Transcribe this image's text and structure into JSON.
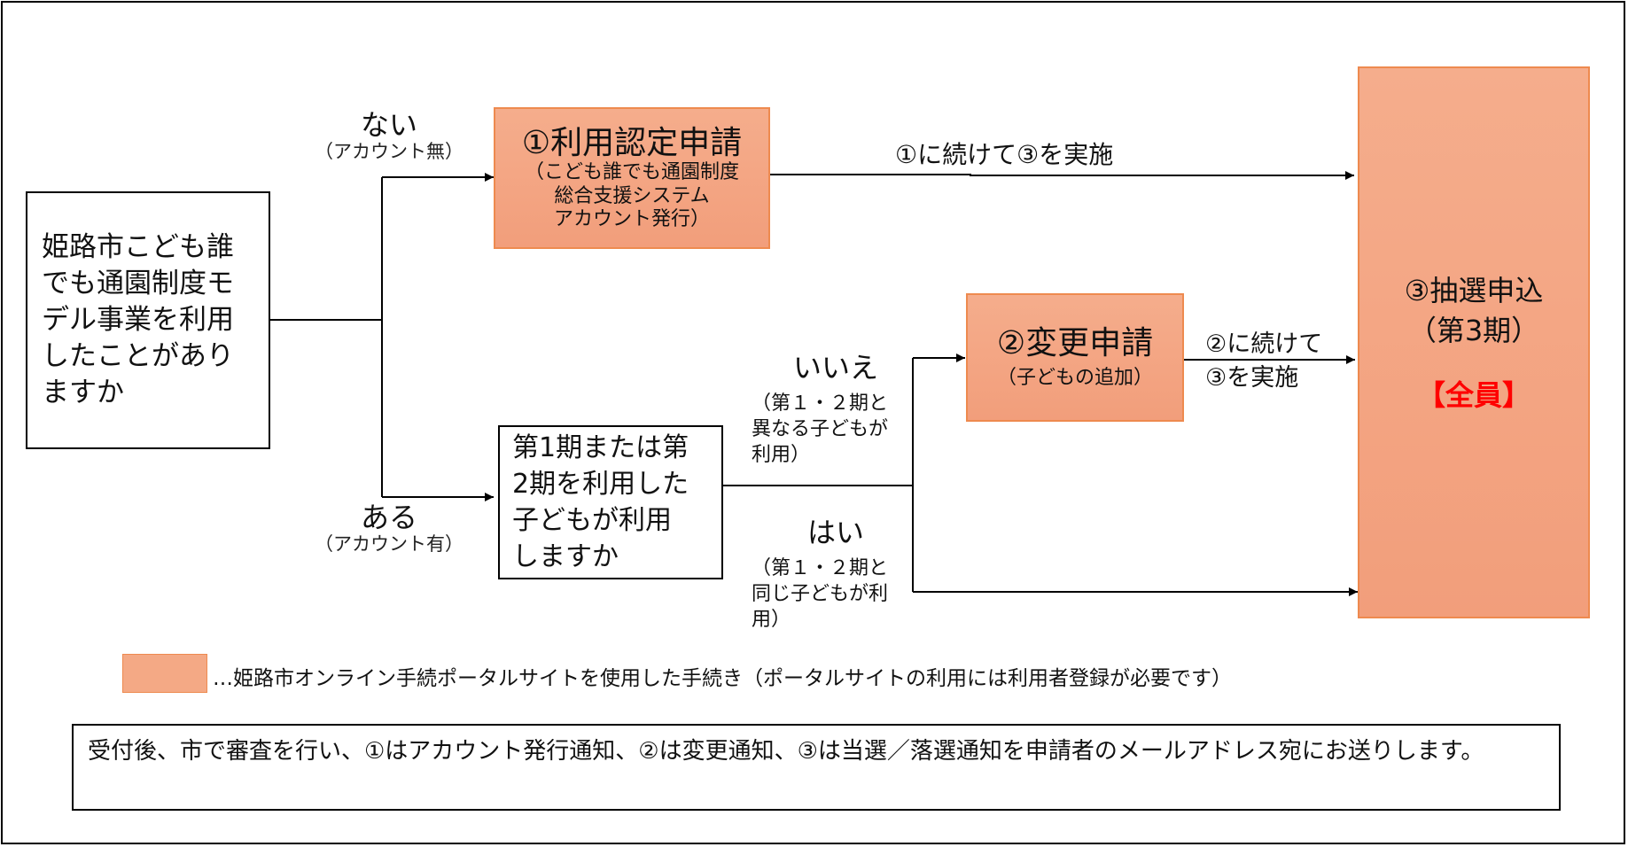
{
  "start_question": {
    "lines": [
      "姫路市こども誰",
      "でも通園制度モ",
      "デル事業を利用",
      "したことがあり",
      "ますか"
    ]
  },
  "branch_no": {
    "label": "ない",
    "sub": "（アカウント無）"
  },
  "branch_yes": {
    "label": "ある",
    "sub": "（アカウント有）"
  },
  "step1": {
    "title": "①利用認定申請",
    "lines": [
      "（こども誰でも通園制度",
      "総合支援システム",
      "アカウント発行）"
    ]
  },
  "edge1_label": "①に続けて③を実施",
  "second_question": {
    "lines": [
      "第1期または第",
      "2期を利用した",
      "子どもが利用",
      "しますか"
    ]
  },
  "branch_iie": {
    "label": "いいえ",
    "lines": [
      "（第１・２期と",
      "異なる子どもが",
      "利用）"
    ]
  },
  "branch_hai": {
    "label": "はい",
    "lines": [
      "（第１・２期と",
      "同じ子どもが利",
      "用）"
    ]
  },
  "step2": {
    "title": "②変更申請",
    "sub": "（子どもの追加）"
  },
  "edge2_label": {
    "lines": [
      "②に続けて",
      "③を実施"
    ]
  },
  "step3": {
    "title_lines": [
      "③抽選申込",
      "（第3期）"
    ],
    "highlight": "【全員】"
  },
  "legend": {
    "text": "…姫路市オンライン手続ポータルサイトを使用した手続き（ポータルサイトの利用には利用者登録が必要です）"
  },
  "note": {
    "text": "受付後、市で審査を行い、①はアカウント発行通知、②は変更通知、③は当選／落選通知を申請者のメールアドレス宛にお送りします。"
  },
  "colors": {
    "step_fill": "#f4a985",
    "step_border": "#ee8a4f",
    "highlight": "#ff0000"
  }
}
